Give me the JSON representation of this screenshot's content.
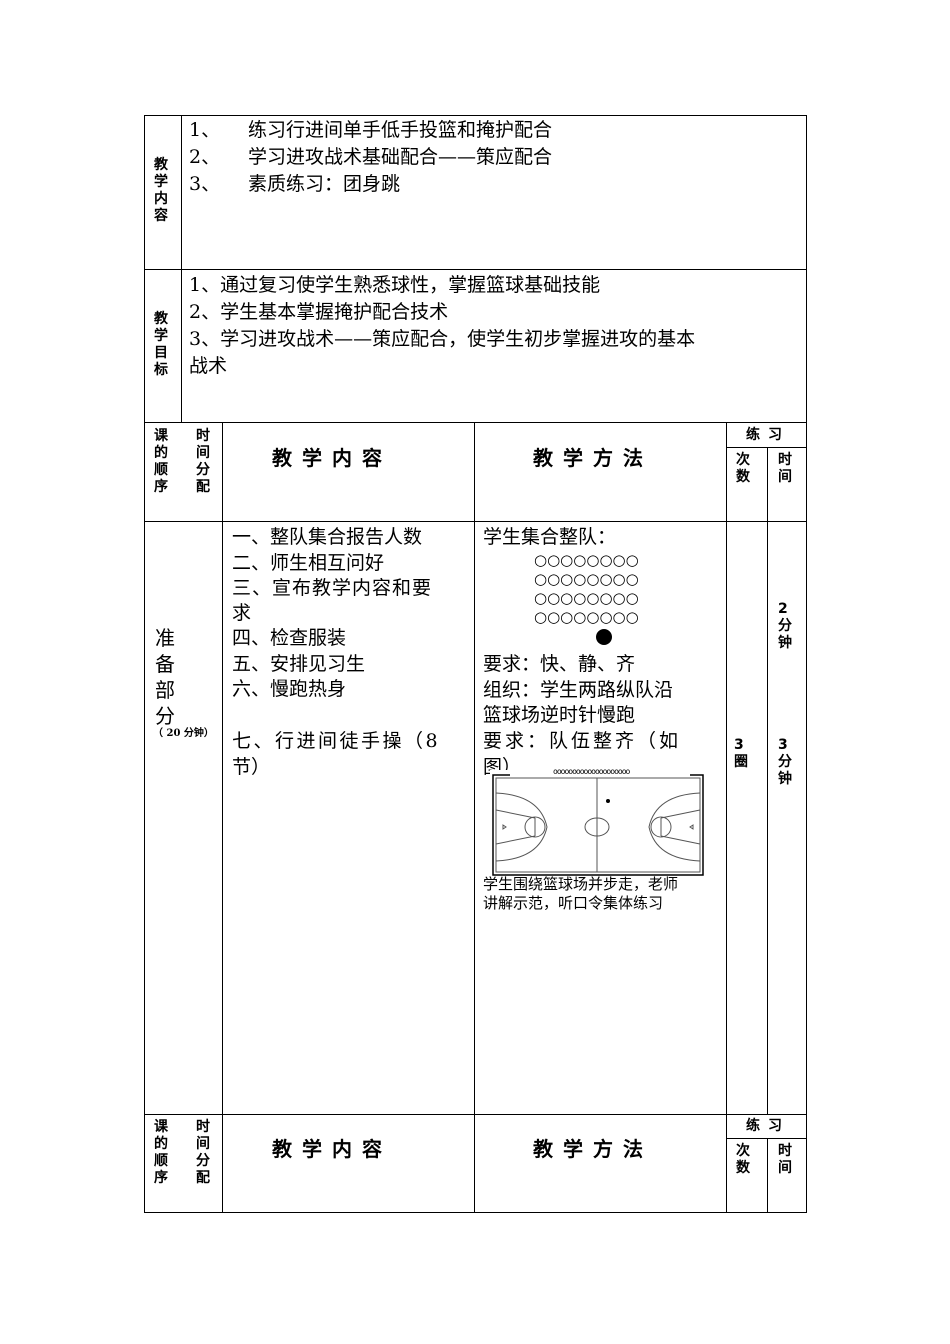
{
  "content_section": {
    "label": "教学内容",
    "items": [
      {
        "num": "1、",
        "text": "练习行进间单手低手投篮和掩护配合"
      },
      {
        "num": "2、",
        "text": "学习进攻战术基础配合——策应配合"
      },
      {
        "num": "3、",
        "text": "素质练习：团身跳"
      }
    ]
  },
  "goal_section": {
    "label": "教学目标",
    "items": [
      "1、通过复习使学生熟悉球性，掌握篮球基础技能",
      "2、学生基本掌握掩护配合技术",
      "3、学习进攻战术——策应配合，使学生初步掌握进攻的基本",
      "战术"
    ]
  },
  "header": {
    "order": "课的顺序",
    "time_alloc": "时间分配",
    "content": "教学内容",
    "method": "教学方法",
    "practice": "练习",
    "count": "次数",
    "time": "时间"
  },
  "prep": {
    "label": "准备部分",
    "duration": "（ 20 分钟）",
    "content": [
      "一、整队集合报告人数",
      "二、师生相互问好",
      "三、宣布教学内容和要",
      "求",
      "四、检查服装",
      "五、安排见习生",
      "六、慢跑热身",
      "",
      "七、行进间徒手操（8",
      "节）"
    ],
    "method": [
      "学生集合整队：",
      "要求：快、静、齐",
      "组织：学生两路纵队沿",
      "篮球场逆时针慢跑",
      "要求：队伍整齐（如",
      "图）"
    ],
    "formation_row": "○○○○○○○○",
    "method_small": [
      "学生围绕篮球场并步走，老师",
      "讲解示范，听口令集体练习"
    ],
    "track_dots": "oooooooooooooooooooo",
    "count": "3圈",
    "time1": "2分钟",
    "time2": "3分钟"
  }
}
